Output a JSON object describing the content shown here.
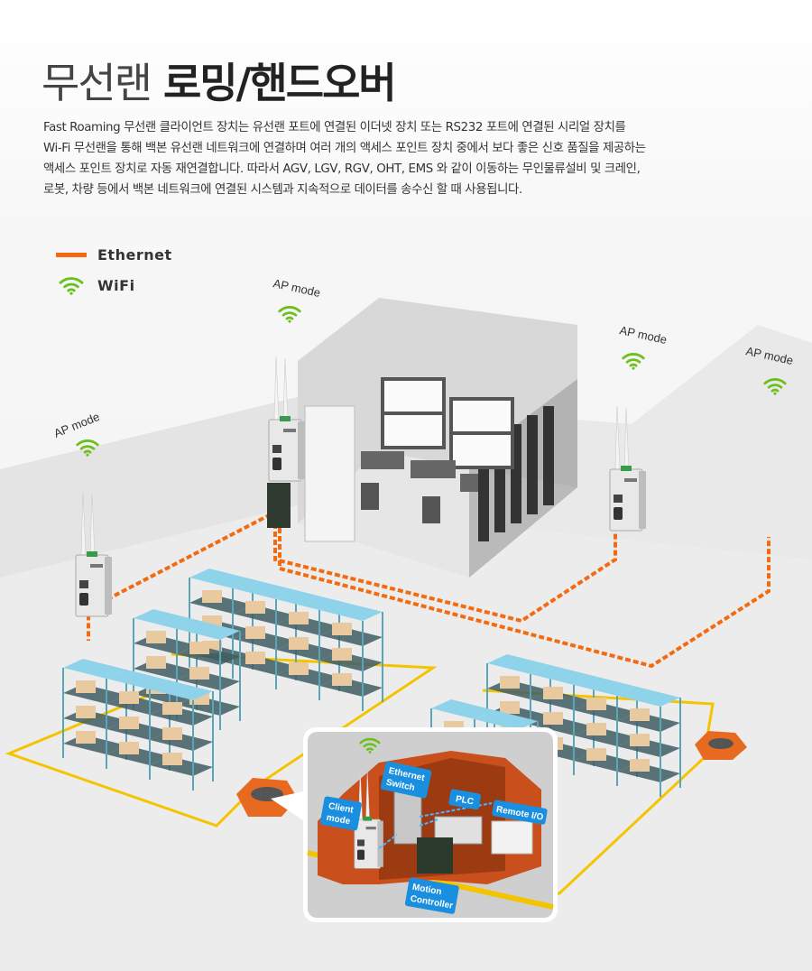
{
  "title": {
    "light": "무선랜",
    "bold": "로밍/핸드오버"
  },
  "description": [
    "Fast Roaming 무선랜 클라이언트 장치는 유선랜 포트에 연결된 이더넷 장치 또는 RS232 포트에 연결된 시리얼 장치를",
    "Wi-Fi 무선랜을 통해 백본 유선랜 네트워크에 연결하며 여러 개의 액세스 포인트 장치 중에서 보다 좋은 신호 품질을 제공하는",
    "액세스 포인트 장치로 자동 재연결합니다. 따라서 AGV, LGV, RGV, OHT, EMS 와 같이 이동하는 무인물류설비 및 크레인,",
    "로봇, 차량 등에서 백본 네트워크에 연결된 시스템과 지속적으로 데이터를 송수신 할 때 사용됩니다."
  ],
  "legend": {
    "ethernet": "Ethernet",
    "wifi": "WiFi"
  },
  "ap_labels": [
    "AP mode",
    "AP mode",
    "AP mode",
    "AP mode"
  ],
  "callout": {
    "client": [
      "Client",
      "mode"
    ],
    "switch": [
      "Ethernet",
      "Switch"
    ],
    "plc": "PLC",
    "remote_io": "Remote I/O",
    "motion": [
      "Motion",
      "Controller"
    ]
  },
  "colors": {
    "ethernet": "#f36a10",
    "wifi": "#6cc01e",
    "floor_line": "#f5c400",
    "tag": "#1a8fe0",
    "shelf": "#8fd3ea"
  }
}
